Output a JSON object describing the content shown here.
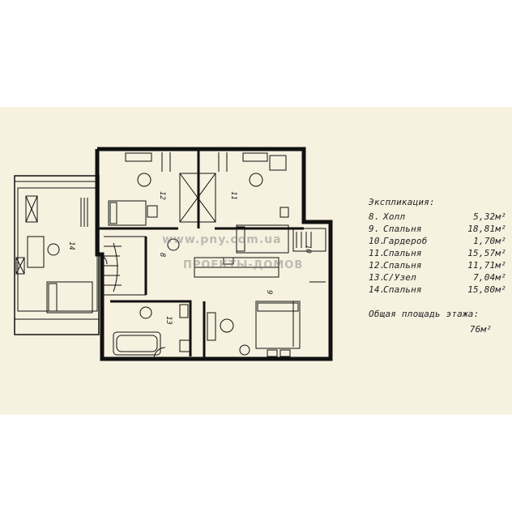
{
  "explication": {
    "title": "Экспликация:",
    "rooms": [
      {
        "num": "8.",
        "name": "Холл",
        "area": "5,32м²"
      },
      {
        "num": "9.",
        "name": "Спальня",
        "area": "18,81м²"
      },
      {
        "num": "10.",
        "name": "Гардероб",
        "area": "1,70м²"
      },
      {
        "num": "11.",
        "name": "Спальня",
        "area": "15,57м²"
      },
      {
        "num": "12.",
        "name": "Спальня",
        "area": "11,71м²"
      },
      {
        "num": "13.",
        "name": "С/Узел",
        "area": "7,04м²"
      },
      {
        "num": "14.",
        "name": "Спальня",
        "area": "15,80м²"
      }
    ],
    "total_label": "Общая площадь этажа:",
    "total_value": "76м²"
  },
  "room_labels": {
    "r8": "8",
    "r9": "9",
    "r10": "10",
    "r11": "11",
    "r12": "12",
    "r13": "13",
    "r14": "14"
  },
  "watermark": {
    "line1": "www.pny.com.ua",
    "line2": "ПРОЕКТЫ-ДОМОВ"
  },
  "colors": {
    "background": "#f7f1e0",
    "walls": "#111111",
    "furniture": "#333333",
    "legend_text": "#222222"
  }
}
